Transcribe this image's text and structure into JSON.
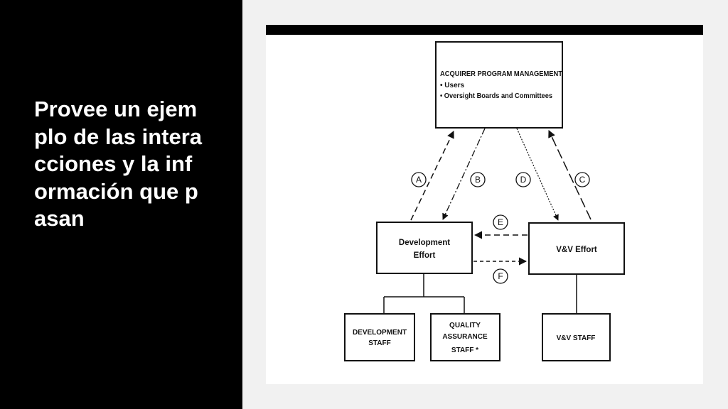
{
  "slide": {
    "title": "Provee un ejemplo de las interacciones y la información que pasan"
  },
  "diagram": {
    "acquirer": {
      "heading": "ACQUIRER PROGRAM MANAGEMENT",
      "items": [
        "• Users",
        "• Oversight Boards and Committees"
      ]
    },
    "development_effort": {
      "line1": "Development",
      "line2": "Effort"
    },
    "vv_effort": {
      "label": "V&V Effort"
    },
    "development_staff": {
      "line1": "DEVELOPMENT",
      "line2": "STAFF"
    },
    "quality_assurance": {
      "line1": "QUALITY",
      "line2": "ASSURANCE",
      "line3": "STAFF *"
    },
    "vv_staff": {
      "label": "V&V STAFF"
    },
    "connectors": {
      "a": "A",
      "b": "B",
      "c": "C",
      "d": "D",
      "e": "E",
      "f": "F"
    }
  },
  "colors": {
    "left_panel": "#000000",
    "slide_background": "#f1f1f1",
    "title_text": "#ffffff",
    "diagram_stroke": "#111111"
  }
}
